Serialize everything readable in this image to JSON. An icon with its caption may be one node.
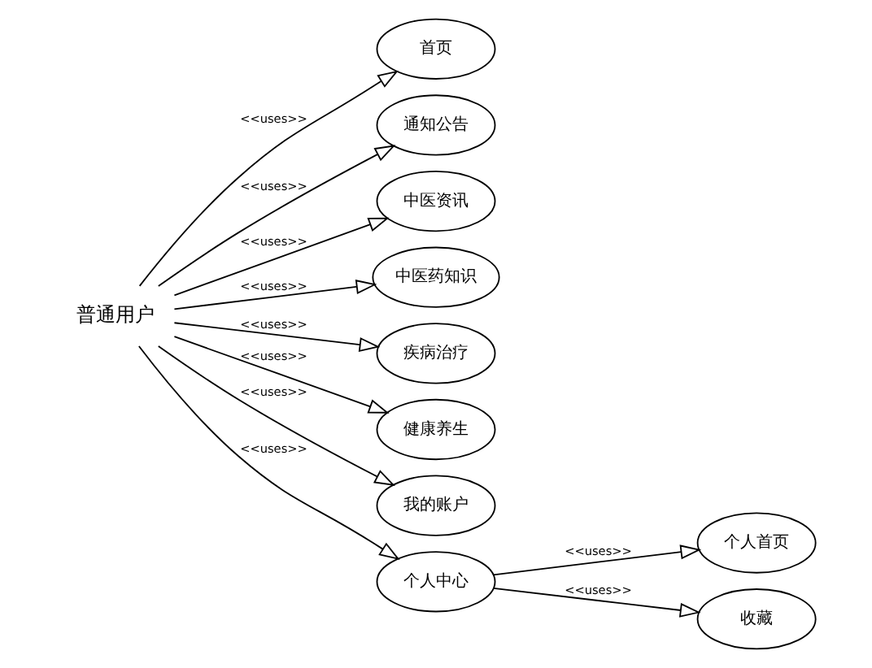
{
  "diagram": {
    "nodes": [
      {
        "text": [
          "普通用户"
        ]
      },
      {
        "text": [
          "首页"
        ]
      },
      {
        "text": [
          "通知公告"
        ]
      },
      {
        "text": [
          "中医资讯"
        ]
      },
      {
        "text": [
          "中医药知识"
        ]
      },
      {
        "text": [
          "疾病治疗"
        ]
      },
      {
        "text": [
          "健康养生"
        ]
      },
      {
        "text": [
          "我的账户"
        ]
      },
      {
        "text": [
          "个人中心"
        ]
      },
      {
        "text": [
          "个人首页"
        ]
      },
      {
        "text": [
          "收藏"
        ]
      }
    ],
    "edges": [
      {
        "from": 0,
        "to": 1,
        "arrow": "to",
        "label": "<<uses>>"
      },
      {
        "from": 0,
        "to": 2,
        "arrow": "to",
        "label": "<<uses>>"
      },
      {
        "from": 0,
        "to": 3,
        "arrow": "to",
        "label": "<<uses>>"
      },
      {
        "from": 0,
        "to": 4,
        "arrow": "to",
        "label": "<<uses>>"
      },
      {
        "from": 0,
        "to": 5,
        "arrow": "to",
        "label": "<<uses>>"
      },
      {
        "from": 0,
        "to": 6,
        "arrow": "to",
        "label": "<<uses>>"
      },
      {
        "from": 0,
        "to": 7,
        "arrow": "to",
        "label": "<<uses>>"
      },
      {
        "from": 0,
        "to": 8,
        "arrow": "to",
        "label": "<<uses>>"
      },
      {
        "from": 8,
        "to": 9,
        "arrow": "to",
        "label": "<<uses>>"
      },
      {
        "from": 8,
        "to": 10,
        "arrow": "to",
        "label": "<<uses>>"
      }
    ]
  }
}
